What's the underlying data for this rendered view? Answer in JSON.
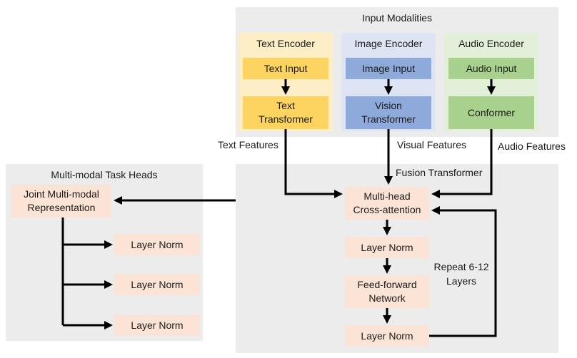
{
  "colors": {
    "panel": "#ececec",
    "text_group": "#fdeec6",
    "text_box": "#fcd45f",
    "image_group": "#dde5f5",
    "image_box": "#8eaadb",
    "audio_group": "#e2efd9",
    "audio_box": "#a9d18e",
    "peach_box": "#fbe4d5",
    "arrow": "#000000"
  },
  "input_modalities": {
    "title": "Input Modalities",
    "text_encoder": {
      "title": "Text Encoder",
      "input": "Text Input",
      "transformer_line1": "Text",
      "transformer_line2": "Transformer"
    },
    "image_encoder": {
      "title": "Image Encoder",
      "input": "Image Input",
      "transformer_line1": "Vision",
      "transformer_line2": "Transformer"
    },
    "audio_encoder": {
      "title": "Audio Encoder",
      "input": "Audio Input",
      "transformer": "Conformer"
    }
  },
  "features": {
    "text": "Text Features",
    "visual": "Visual Features",
    "audio": "Audio Features"
  },
  "fusion": {
    "title": "Fusion Transformer",
    "cross_attention_line1": "Multi-head",
    "cross_attention_line2": "Cross-attention",
    "layer_norm_1": "Layer Norm",
    "ffn_line1": "Feed-forward",
    "ffn_line2": "Network",
    "layer_norm_2": "Layer Norm",
    "repeat_line1": "Repeat 6-12",
    "repeat_line2": "Layers"
  },
  "task_heads": {
    "title": "Multi-modal Task Heads",
    "joint_line1": "Joint Multi-modal",
    "joint_line2": "Representation",
    "heads": [
      "Layer Norm",
      "Layer Norm",
      "Layer Norm"
    ]
  }
}
